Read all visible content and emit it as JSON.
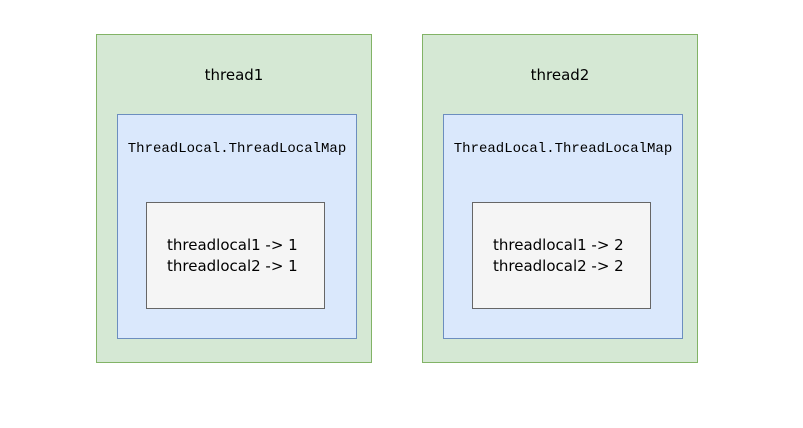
{
  "diagram": {
    "threads": [
      {
        "title": "thread1",
        "map_title": "ThreadLocal.ThreadLocalMap",
        "entries": [
          "threadlocal1 -> 1",
          "threadlocal2 -> 1"
        ]
      },
      {
        "title": "thread2",
        "map_title": "ThreadLocal.ThreadLocalMap",
        "entries": [
          "threadlocal1 -> 2",
          "threadlocal2 -> 2"
        ]
      }
    ],
    "colors": {
      "thread_fill": "#d5e8d4",
      "thread_stroke": "#82b366",
      "map_fill": "#dae8fc",
      "map_stroke": "#6c8ebf",
      "entries_fill": "#f5f5f5",
      "entries_stroke": "#666666",
      "text": "#000000",
      "background": "#ffffff"
    }
  }
}
